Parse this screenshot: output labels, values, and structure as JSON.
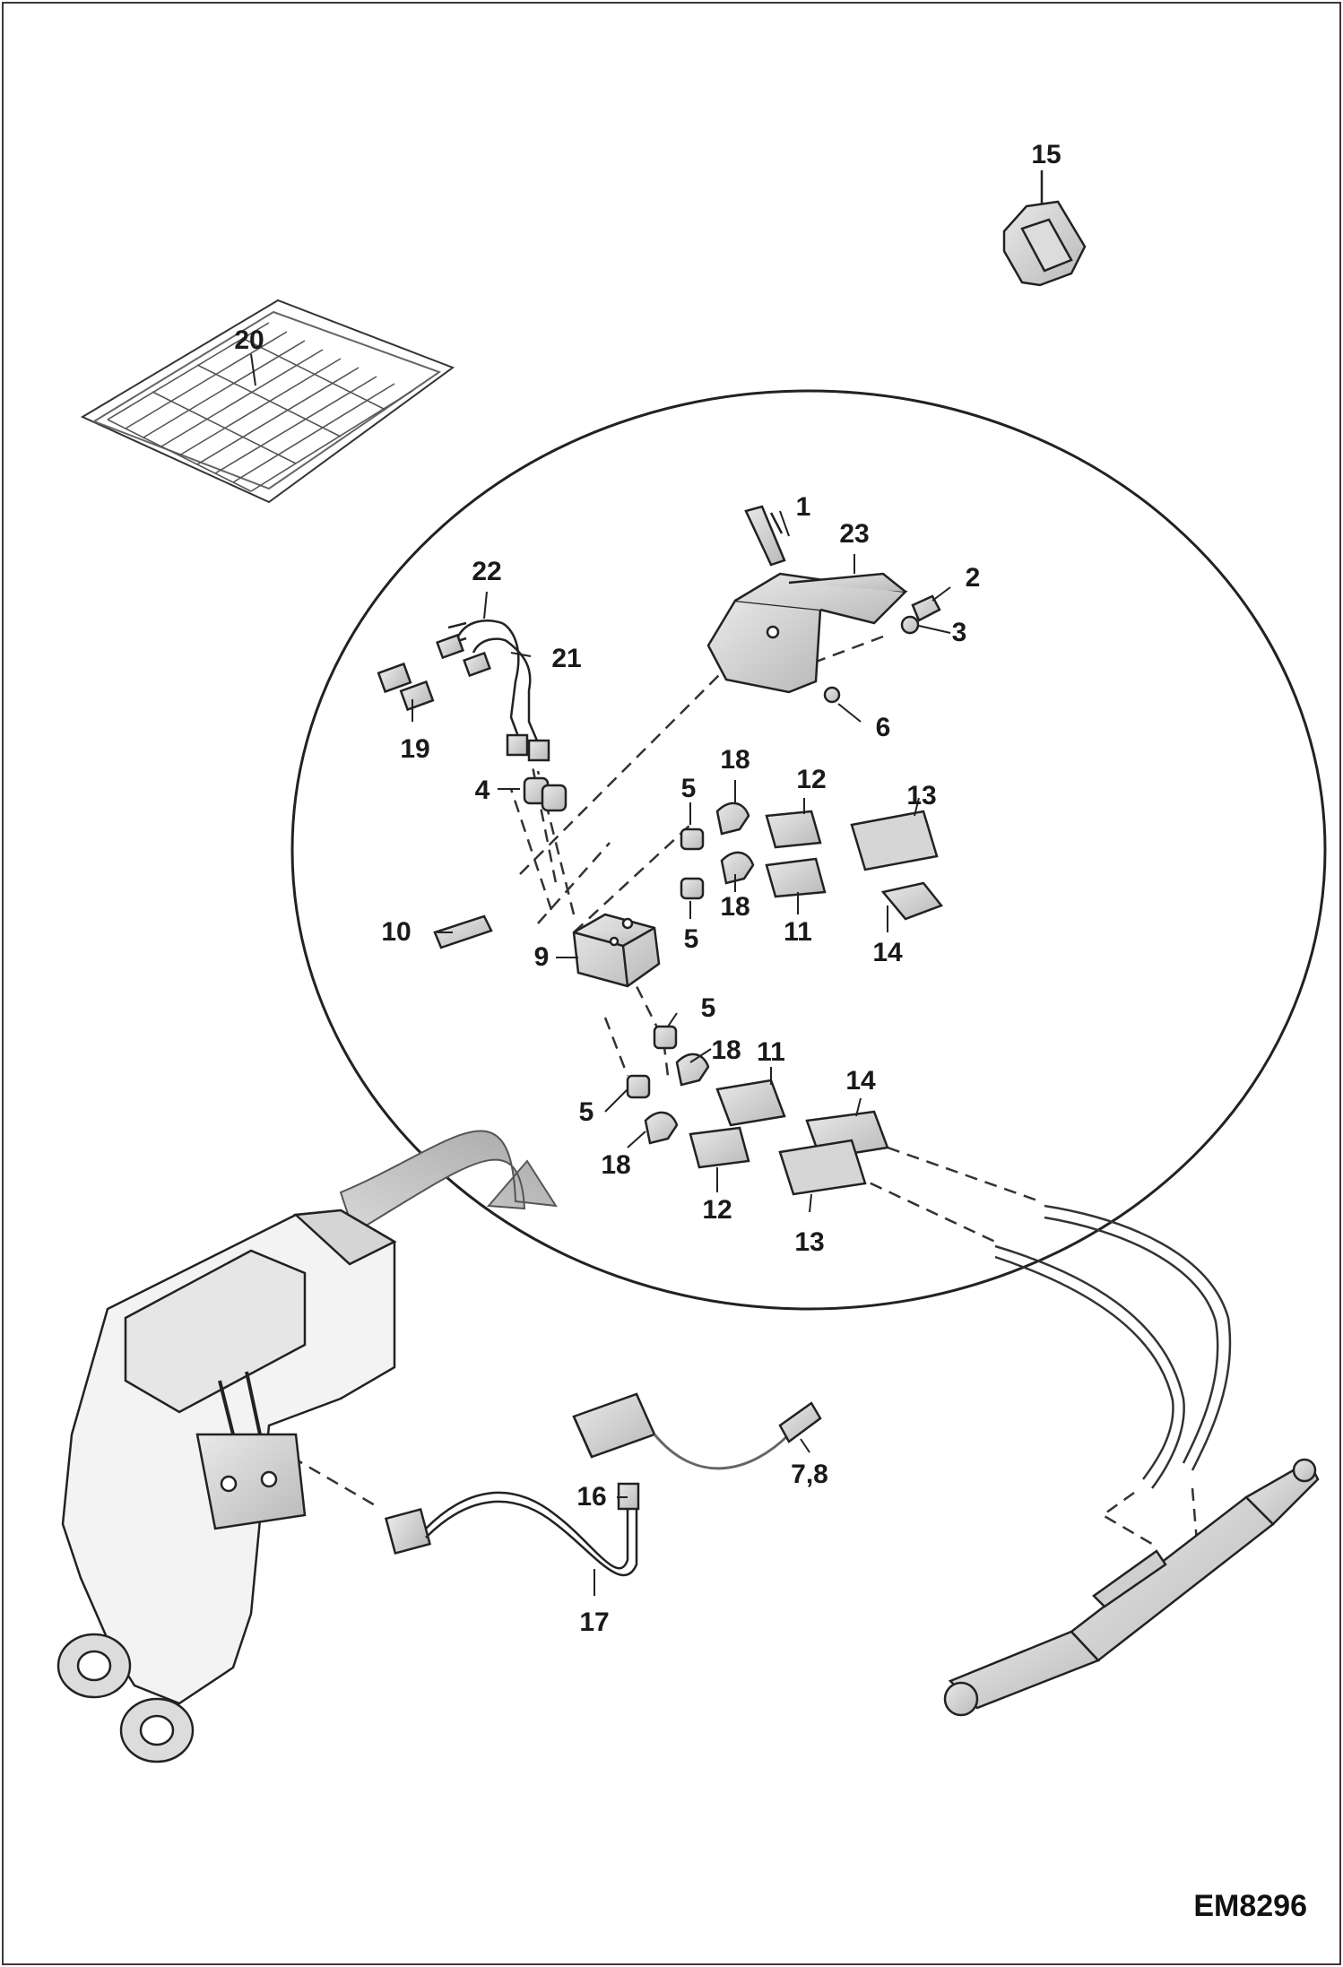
{
  "drawing_code": "EM8296",
  "callouts": {
    "c1": "1",
    "c2": "2",
    "c3": "3",
    "c4": "4",
    "c5a": "5",
    "c5b": "5",
    "c5c": "5",
    "c5d": "5",
    "c6": "6",
    "c78": "7,8",
    "c9": "9",
    "c10": "10",
    "c11a": "11",
    "c11b": "11",
    "c12a": "12",
    "c12b": "12",
    "c13a": "13",
    "c13b": "13",
    "c14a": "14",
    "c14b": "14",
    "c15": "15",
    "c16": "16",
    "c17": "17",
    "c18a": "18",
    "c18b": "18",
    "c18c": "18",
    "c18d": "18",
    "c19": "19",
    "c20": "20",
    "c21": "21",
    "c22": "22",
    "c23": "23"
  }
}
